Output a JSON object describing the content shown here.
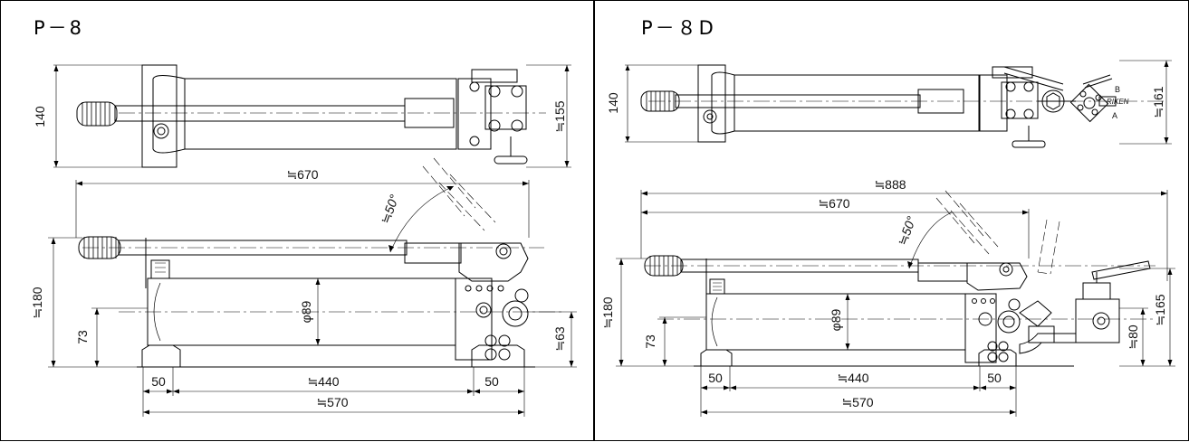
{
  "drawings": [
    {
      "title": "P－8",
      "top_view": {
        "width": "140",
        "height": "≒155"
      },
      "side_view": {
        "overall_length": "≒670",
        "handle_angle": "≒50°",
        "height": "≒180",
        "base_height": "73",
        "diameter": "φ89",
        "outlet_height": "≒63",
        "left_offset": "50",
        "mount_spacing": "≒440",
        "right_offset": "50",
        "base_length": "≒570"
      }
    },
    {
      "title": "P－８D",
      "top_view": {
        "width": "140",
        "height": "≒161",
        "port_b": "B",
        "port_a": "A",
        "brand": "RIKEN"
      },
      "side_view": {
        "overall_length_with_valve": "≒888",
        "overall_length": "≒670",
        "handle_angle": "≒50°",
        "height": "≒180",
        "valve_height": "≒165",
        "base_height": "73",
        "diameter": "φ89",
        "outlet_height": "≒80",
        "left_offset": "50",
        "mount_spacing": "≒440",
        "right_offset": "50",
        "base_length": "≒570"
      }
    }
  ]
}
